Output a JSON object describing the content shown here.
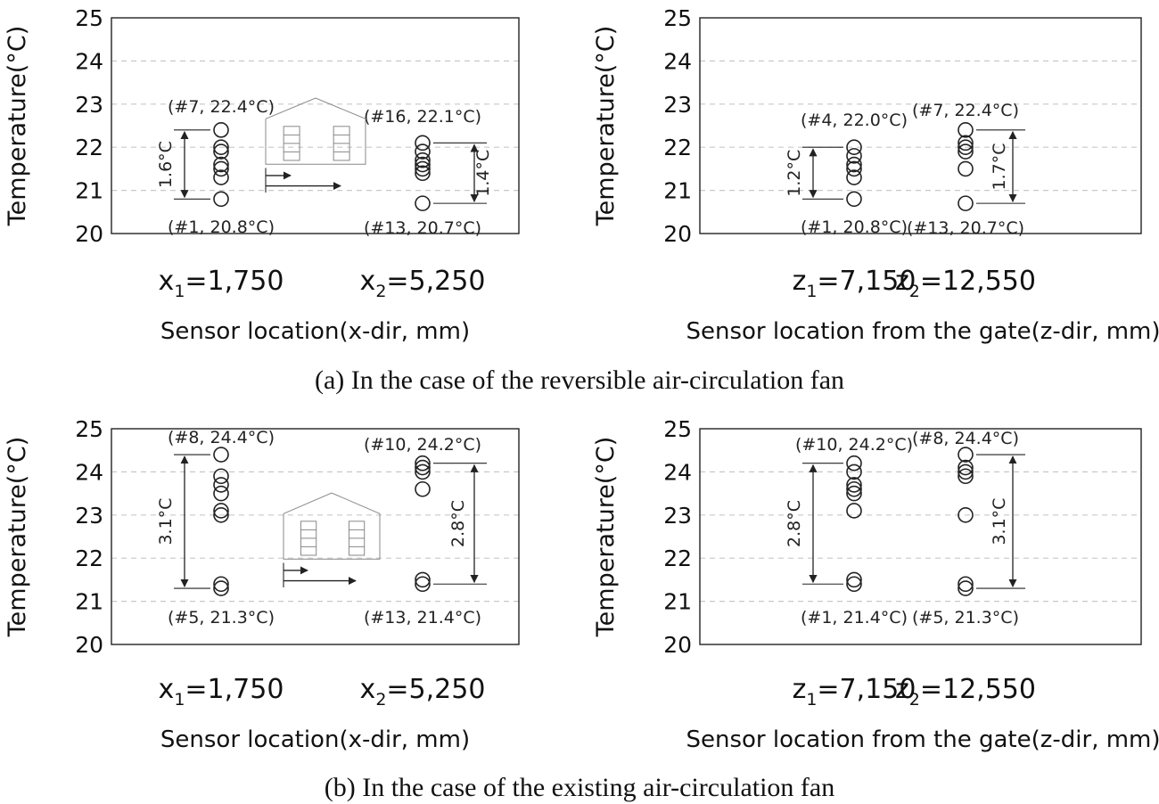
{
  "captions": {
    "a": "(a) In the case of the reversible air-circulation fan",
    "b": "(b) In the case of the existing air-circulation fan"
  },
  "chart_data": [
    {
      "type": "scatter",
      "ylabel": "Temperature(°C)",
      "xlabel": "Sensor location(x-dir, mm)",
      "ylim": [
        20,
        25
      ],
      "yticks": [
        20,
        21,
        22,
        23,
        24,
        25
      ],
      "grid": true,
      "inset": "greenhouse cross-section with x1, x2 markers",
      "categories": [
        {
          "var": "x",
          "sub": "1",
          "value": "=1,750"
        },
        {
          "var": "x",
          "sub": "2",
          "value": "=5,250"
        }
      ],
      "series": [
        {
          "values": [
            22.4,
            22.0,
            21.9,
            21.6,
            21.5,
            21.3,
            20.8
          ],
          "max_label": "(#7, 22.4°C)",
          "min_label": "(#1, 20.8°C)",
          "range_label": "1.6°C",
          "range": [
            20.8,
            22.4
          ]
        },
        {
          "values": [
            22.1,
            21.9,
            21.7,
            21.6,
            21.5,
            21.4,
            20.7
          ],
          "max_label": "(#16, 22.1°C)",
          "min_label": "(#13, 20.7°C)",
          "range_label": "1.4°C",
          "range": [
            20.7,
            22.1
          ]
        }
      ]
    },
    {
      "type": "scatter",
      "ylabel": "Temperature(°C)",
      "xlabel": "Sensor location from the gate(z-dir, mm)",
      "ylim": [
        20,
        25
      ],
      "yticks": [
        20,
        21,
        22,
        23,
        24,
        25
      ],
      "grid": true,
      "categories": [
        {
          "var": "z",
          "sub": "1",
          "value": "=7,150"
        },
        {
          "var": "z",
          "sub": "2",
          "value": "=12,550"
        }
      ],
      "series": [
        {
          "values": [
            22.0,
            21.8,
            21.6,
            21.5,
            21.3,
            20.8
          ],
          "max_label": "(#4, 22.0°C)",
          "min_label": "(#1, 20.8°C)",
          "range_label": "1.2°C",
          "range": [
            20.8,
            22.0
          ]
        },
        {
          "values": [
            22.4,
            22.1,
            22.0,
            21.9,
            21.5,
            20.7
          ],
          "max_label": "(#7, 22.4°C)",
          "min_label": "(#13, 20.7°C)",
          "range_label": "1.7°C",
          "range": [
            20.7,
            22.4
          ]
        }
      ]
    },
    {
      "type": "scatter",
      "ylabel": "Temperature(°C)",
      "xlabel": "Sensor location(x-dir, mm)",
      "ylim": [
        20,
        25
      ],
      "yticks": [
        20,
        21,
        22,
        23,
        24,
        25
      ],
      "grid": true,
      "inset": "greenhouse cross-section with x1, x2 markers",
      "categories": [
        {
          "var": "x",
          "sub": "1",
          "value": "=1,750"
        },
        {
          "var": "x",
          "sub": "2",
          "value": "=5,250"
        }
      ],
      "series": [
        {
          "values": [
            24.4,
            23.9,
            23.7,
            23.5,
            23.1,
            23.0,
            21.4,
            21.3
          ],
          "max_label": "(#8, 24.4°C)",
          "min_label": "(#5, 21.3°C)",
          "range_label": "3.1°C",
          "range": [
            21.3,
            24.4
          ]
        },
        {
          "values": [
            24.2,
            24.1,
            24.0,
            23.6,
            21.5,
            21.4
          ],
          "max_label": "(#10, 24.2°C)",
          "min_label": "(#13, 21.4°C)",
          "range_label": "2.8°C",
          "range": [
            21.4,
            24.2
          ]
        }
      ]
    },
    {
      "type": "scatter",
      "ylabel": "Temperature(°C)",
      "xlabel": "Sensor location from the gate(z-dir, mm)",
      "ylim": [
        20,
        25
      ],
      "yticks": [
        20,
        21,
        22,
        23,
        24,
        25
      ],
      "grid": true,
      "categories": [
        {
          "var": "z",
          "sub": "1",
          "value": "=7,150"
        },
        {
          "var": "z",
          "sub": "2",
          "value": "=12,550"
        }
      ],
      "series": [
        {
          "values": [
            24.2,
            24.0,
            23.7,
            23.6,
            23.5,
            23.1,
            21.5,
            21.4
          ],
          "max_label": "(#10, 24.2°C)",
          "min_label": "(#1, 21.4°C)",
          "range_label": "2.8°C",
          "range": [
            21.4,
            24.2
          ]
        },
        {
          "values": [
            24.4,
            24.1,
            24.0,
            23.9,
            23.0,
            21.4,
            21.3
          ],
          "max_label": "(#8, 24.4°C)",
          "min_label": "(#5, 21.3°C)",
          "range_label": "3.1°C",
          "range": [
            21.3,
            24.4
          ]
        }
      ]
    }
  ]
}
